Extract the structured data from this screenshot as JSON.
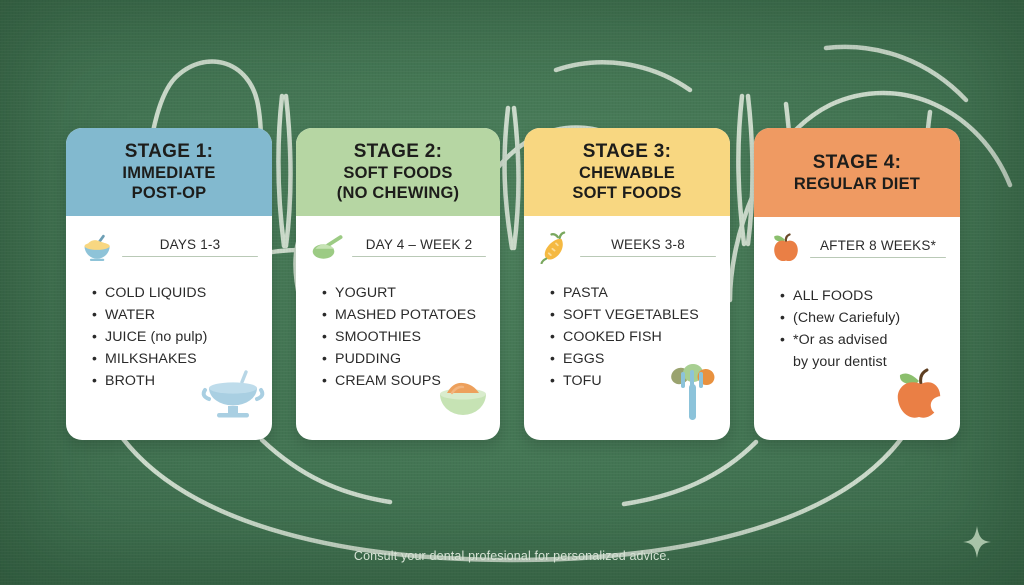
{
  "theme": {
    "background": "#447654",
    "card_surface": "#ffffff",
    "footer_text_color": "#d6e3d5",
    "tooth_outline_color": "#dfe9dc"
  },
  "footer": {
    "note": "Consult your dental profesional for personalized advice.",
    "sparkle_icon": "sparkle-four-point-icon"
  },
  "stages": [
    {
      "stage_title": "STAGE 1:",
      "stage_subtitle": "IMMEDIATE\nPOST-OP",
      "header_color": "#82b9cf",
      "timing": "DAYS 1-3",
      "timing_icon": "cereal-bowl-icon",
      "deco_icon": "soup-tureen-icon",
      "foods": [
        "COLD LIQUIDS",
        "WATER",
        "JUICE (no pulp)",
        "MILKSHAKES",
        "BROTH"
      ]
    },
    {
      "stage_title": "STAGE 2:",
      "stage_subtitle": "SOFT FOODS\n(NO CHEWING)",
      "header_color": "#b6d6a3",
      "timing": "DAY 4 – WEEK 2",
      "timing_icon": "scoop-spoon-icon",
      "deco_icon": "mashed-potato-bowl-icon",
      "foods": [
        "YOGURT",
        "MASHED POTATOES",
        "SMOOTHIES",
        "PUDDING",
        "CREAM SOUPS"
      ]
    },
    {
      "stage_title": "STAGE 3:",
      "stage_subtitle": "CHEWABLE\nSOFT FOODS",
      "header_color": "#f8d781",
      "timing": "WEEKS 3-8",
      "timing_icon": "carrot-icon",
      "deco_icon": "fork-with-vegetables-icon",
      "foods": [
        "PASTA",
        "SOFT VEGETABLES",
        "COOKED FISH",
        "EGGS",
        "TOFU"
      ]
    },
    {
      "stage_title": "STAGE 4:",
      "stage_subtitle": "REGULAR DIET",
      "header_color": "#ef9a62",
      "timing": "AFTER 8 WEEKS*",
      "timing_icon": "apple-icon",
      "deco_icon": "bitten-apple-icon",
      "foods": [
        "ALL FOODS",
        "(Chew Cariefuly)",
        "*Or as advised",
        "by your dentist"
      ],
      "food_continuation_indexes": [
        3
      ]
    }
  ]
}
